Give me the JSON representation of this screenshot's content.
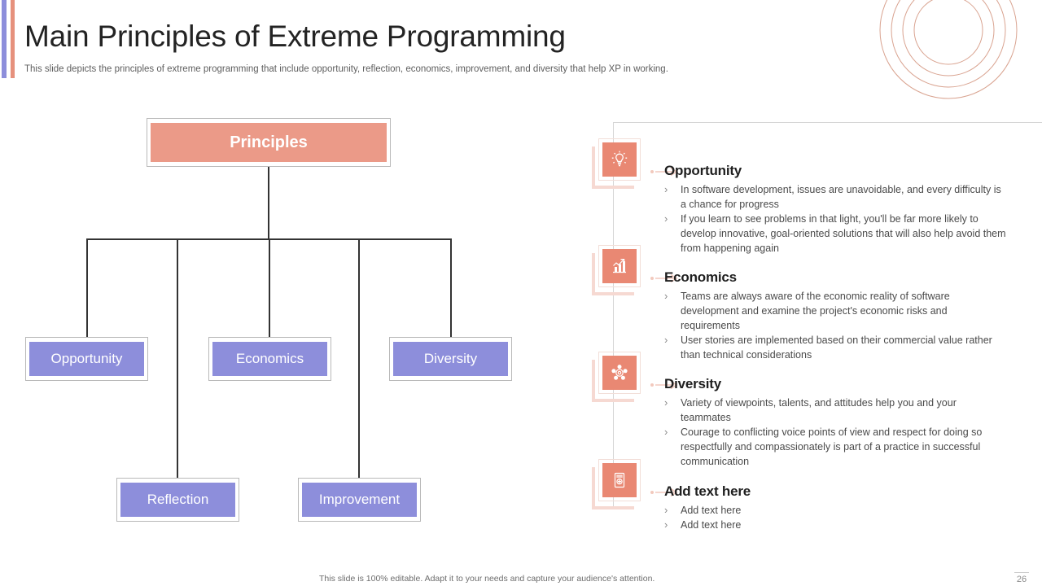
{
  "header": {
    "title": "Main Principles of Extreme Programming",
    "subtitle": "This slide depicts the principles of extreme programming that include opportunity, reflection, economics, improvement, and diversity that help XP  in working.",
    "accent_purple": "#8d8edb",
    "accent_salmon": "#e6917d",
    "corner_ring_color": "#d9a390"
  },
  "org_chart": {
    "root": {
      "label": "Principles",
      "fill": "#eb9a88"
    },
    "child_fill": "#8d8edb",
    "row1": [
      {
        "label": "Opportunity"
      },
      {
        "label": "Economics"
      },
      {
        "label": "Diversity"
      }
    ],
    "row2": [
      {
        "label": "Reflection"
      },
      {
        "label": "Improvement"
      }
    ]
  },
  "details": {
    "badge_color": "#e98873",
    "items": [
      {
        "icon": "lightbulb-icon",
        "heading": "Opportunity",
        "bullets": [
          "In software development, issues are unavoidable,  and every difficulty is a chance for progress",
          "If you learn to see problems in that light, you'll be far more likely to develop innovative,  goal-oriented solutions that will also help avoid them from happening  again"
        ]
      },
      {
        "icon": "bar-chart-growth-icon",
        "heading": "Economics",
        "bullets": [
          "Teams are always aware of the economic reality of software development  and examine the project's economic risks and requirements",
          "User stories are implemented based on their commercial value rather than technical considerations"
        ]
      },
      {
        "icon": "gear-people-icon",
        "heading": "Diversity",
        "bullets": [
          "Variety of viewpoints, talents, and attitudes help you and your teammates",
          "Courage to conflicting voice points of view and respect for doing so respectfully and compassionately is part of a practice in successful communication"
        ]
      },
      {
        "icon": "document-badge-icon",
        "heading": "Add text here",
        "bullets": [
          "Add text here",
          "Add text here"
        ]
      }
    ],
    "bullet_mark": "›"
  },
  "footer": {
    "note": "This slide is 100% editable. Adapt it to your needs and capture your audience's attention.",
    "page_number": "26"
  }
}
